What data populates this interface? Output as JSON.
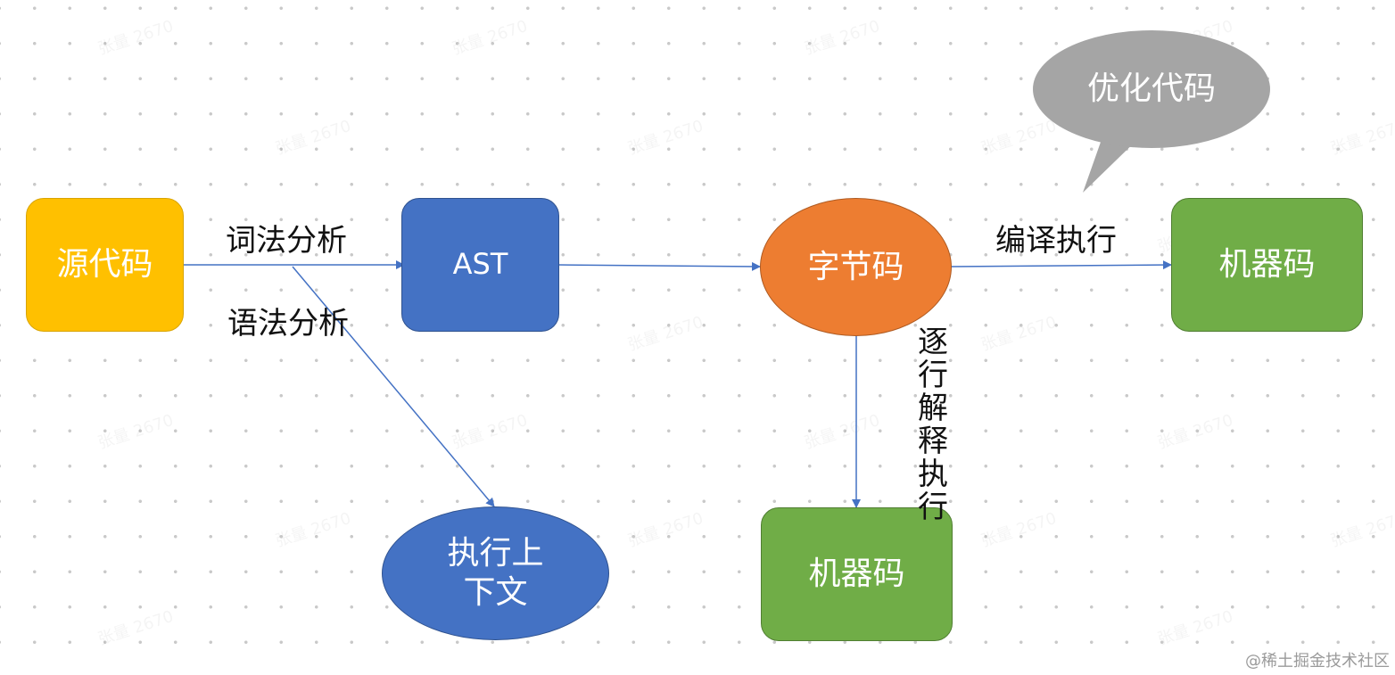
{
  "nodes": {
    "source_code": {
      "label": "源代码",
      "color": "#FFC000"
    },
    "ast": {
      "label": "AST",
      "color": "#4472C4"
    },
    "bytecode": {
      "label": "字节码",
      "color": "#ED7D31"
    },
    "machine_code_right": {
      "label": "机器码",
      "color": "#70AD47"
    },
    "exec_context": {
      "label": "执行上下文",
      "color": "#4472C4"
    },
    "machine_code_bottom": {
      "label": "机器码",
      "color": "#70AD47"
    },
    "optimize_callout": {
      "label": "优化代码",
      "color": "#A5A5A5"
    }
  },
  "edges": {
    "lexical_label": "词法分析",
    "syntax_label": "语法分析",
    "compile_label": "编译执行",
    "interpret_label": "逐行解释执行"
  },
  "watermark": "张量 2670",
  "credit": "@稀土掘金技术社区",
  "line_color": "#4472C4"
}
